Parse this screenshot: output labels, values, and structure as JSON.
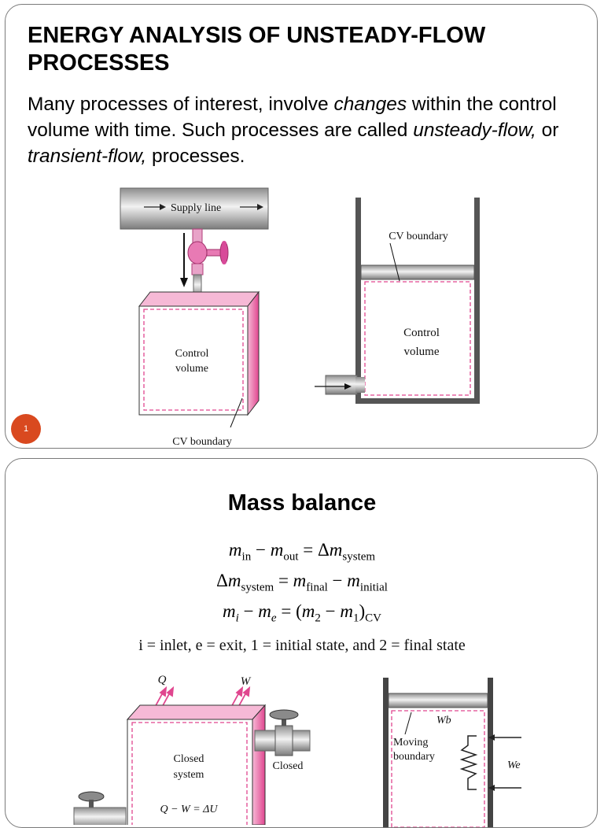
{
  "slide1": {
    "title": "ENERGY ANALYSIS OF UNSTEADY-FLOW PROCESSES",
    "body": {
      "p1": "Many processes of interest, involve ",
      "p2": "changes",
      "p3": " within the control volume with time. Such processes are called ",
      "p4": "unsteady-flow,",
      "p5": " or ",
      "p6": "transient-flow,",
      "p7": " processes."
    },
    "slide_number": "1",
    "figure_left": {
      "supply_line": "Supply line",
      "cv_label_1": "Control",
      "cv_label_2": "volume",
      "boundary": "CV boundary"
    },
    "figure_right": {
      "boundary": "CV boundary",
      "cv_label_1": "Control",
      "cv_label_2": "volume"
    }
  },
  "slide2": {
    "title": "Mass balance",
    "defs": "i = inlet, e = exit, 1 = initial state, and 2 = final state",
    "figure_left": {
      "q": "Q",
      "w": "W",
      "closed_valve": "Closed",
      "system_1": "Closed",
      "system_2": "system",
      "energy_eq": "Q − W = ΔU"
    },
    "figure_right": {
      "wb": "Wb",
      "moving_1": "Moving",
      "moving_2": "boundary",
      "we": "We"
    }
  },
  "colors": {
    "accent_pink": "#e0468f",
    "badge": "#d9491f"
  }
}
